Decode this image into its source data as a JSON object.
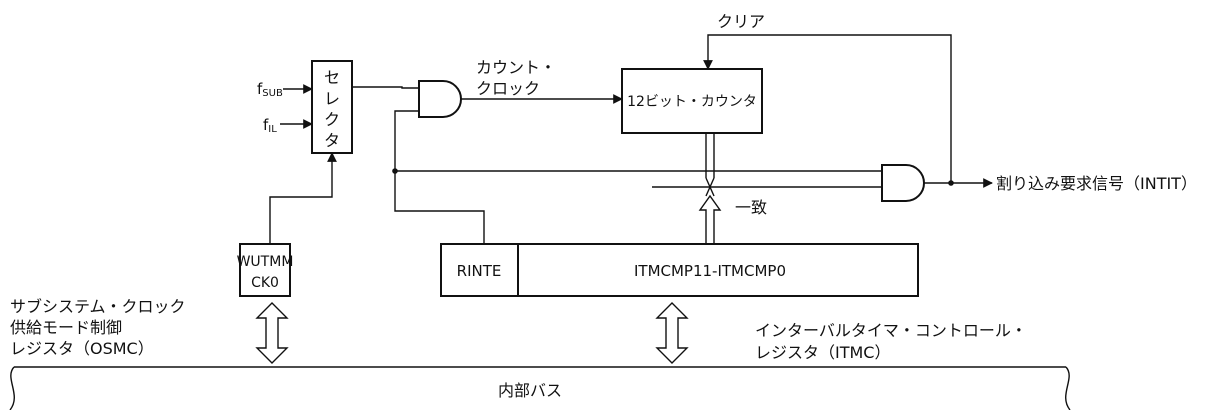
{
  "inputs": {
    "fsub": {
      "main": "f",
      "sub": "SUB"
    },
    "fil": {
      "main": "f",
      "sub": "IL"
    }
  },
  "selector": {
    "chars": [
      "セ",
      "レ",
      "ク",
      "タ"
    ]
  },
  "count_clock": {
    "line1": "カウント・",
    "line2": "クロック"
  },
  "counter": {
    "label": "12ビット・カウンタ"
  },
  "clear_label": "クリア",
  "match_label": "一致",
  "interrupt_label": "割り込み要求信号（INTIT）",
  "wutmm": {
    "line1": "WUTMM",
    "line2": "CK0"
  },
  "osmc_label": {
    "line1": "サブシステム・クロック",
    "line2": "供給モード制御",
    "line3": "レジスタ（OSMC）"
  },
  "itmc_register": {
    "rinte": "RINTE",
    "itmcmp": "ITMCMP11-ITMCMP0"
  },
  "itmc_label": {
    "line1": "インターバルタイマ・コントロール・",
    "line2": "レジスタ（ITMC）"
  },
  "bus_label": "内部バス"
}
